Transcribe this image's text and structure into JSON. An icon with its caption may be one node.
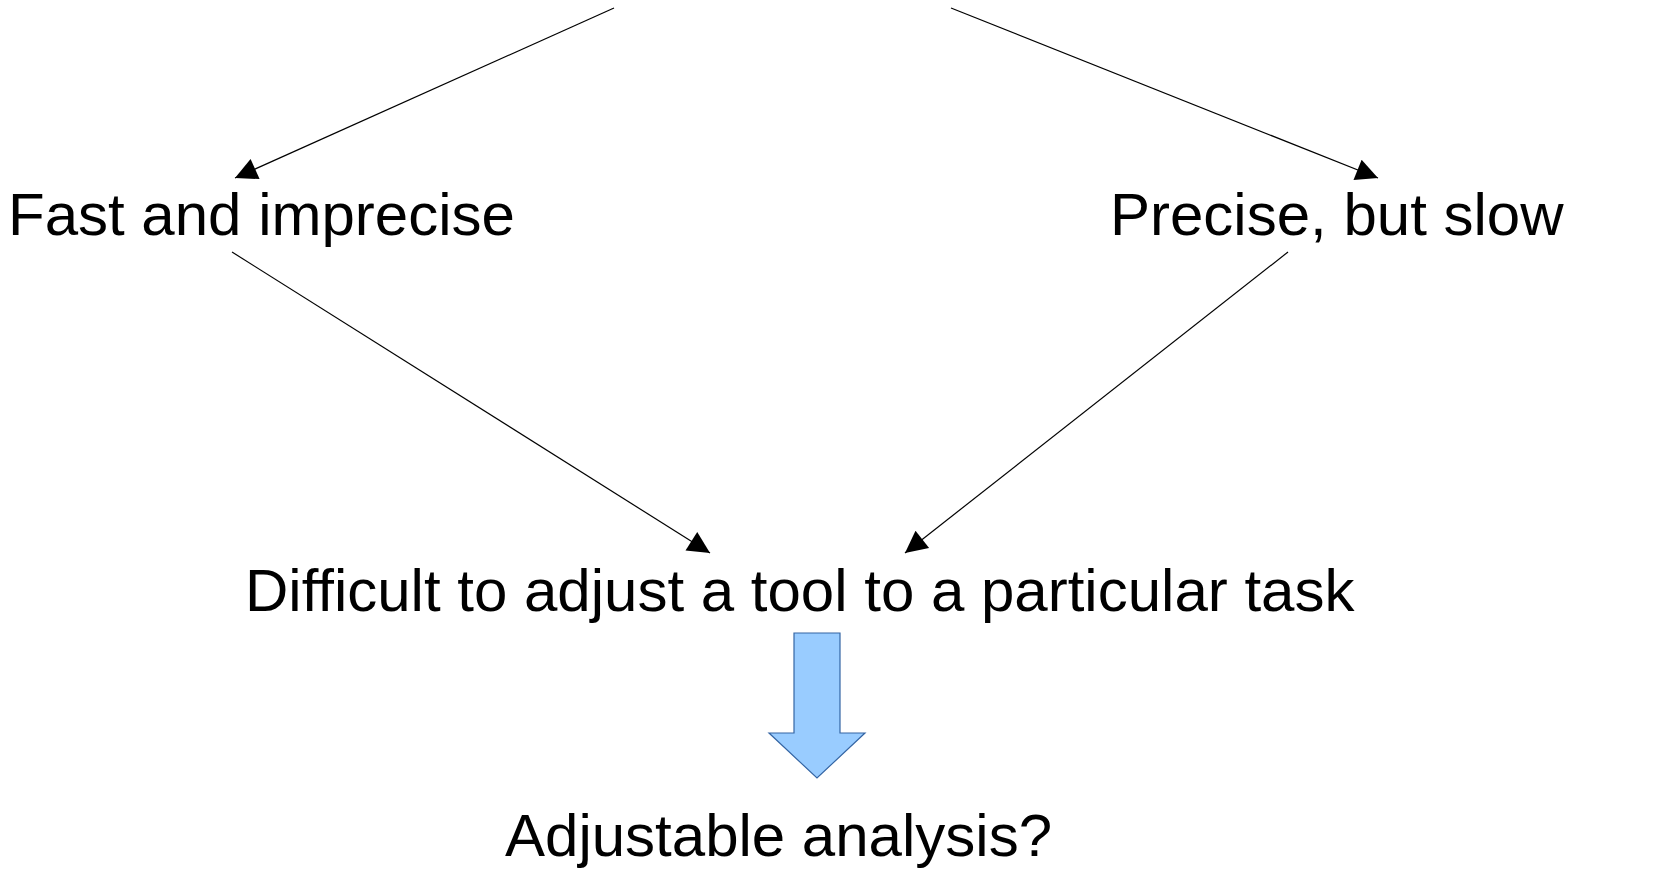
{
  "diagram": {
    "nodes": [
      {
        "text": [
          "Fast and imprecise"
        ]
      },
      {
        "text": [
          "Precise, but slow"
        ]
      },
      {
        "text": [
          "Difficult to adjust a tool to a particular task"
        ]
      },
      {
        "text": [
          "Adjustable analysis?"
        ]
      }
    ],
    "edges": [
      {
        "from": null,
        "to": 0,
        "arrow": "to"
      },
      {
        "from": null,
        "to": 1,
        "arrow": "to"
      },
      {
        "from": 0,
        "to": 2,
        "arrow": "to"
      },
      {
        "from": 1,
        "to": 2,
        "arrow": "to"
      },
      {
        "from": 2,
        "to": 3,
        "arrow": "to",
        "style": "thick",
        "color": "#99ccff"
      }
    ]
  }
}
